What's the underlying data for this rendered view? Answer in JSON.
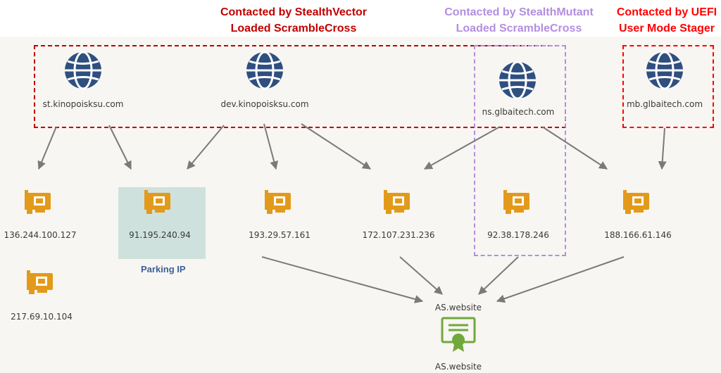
{
  "colors": {
    "stealthvector": "#c00000",
    "stealthmutant": "#b48ee0",
    "uefi": "#ff0000",
    "globe": "#2f4f7f",
    "nic": "#e39a1a",
    "cert": "#71a83a",
    "parking_box": "#cfe1dc",
    "parking_text": "#3b5f97",
    "arrow": "#7a7a7a"
  },
  "headers": {
    "stealthvector": [
      "Contacted by StealthVector",
      "Loaded ScrambleCross"
    ],
    "stealthmutant": [
      "Contacted by StealthMutant",
      "Loaded ScrambleCross"
    ],
    "uefi": [
      "Contacted by UEFI",
      "User Mode Stager"
    ]
  },
  "domains": [
    {
      "name": "st.kinopoisksu.com",
      "icon": "globe-icon"
    },
    {
      "name": "dev.kinopoisksu.com",
      "icon": "globe-icon"
    },
    {
      "name": "ns.glbaitech.com",
      "icon": "globe-icon"
    },
    {
      "name": "mb.glbaitech.com",
      "icon": "globe-icon"
    }
  ],
  "ips": [
    {
      "address": "136.244.100.127",
      "icon": "network-card-icon"
    },
    {
      "address": "91.195.240.94",
      "icon": "network-card-icon"
    },
    {
      "address": "193.29.57.161",
      "icon": "network-card-icon"
    },
    {
      "address": "172.107.231.236",
      "icon": "network-card-icon"
    },
    {
      "address": "92.38.178.246",
      "icon": "network-card-icon"
    },
    {
      "address": "188.166.61.146",
      "icon": "network-card-icon"
    },
    {
      "address": "217.69.10.104",
      "icon": "network-card-icon"
    }
  ],
  "parking_label": "Parking IP",
  "as_node": {
    "label_top": "AS.website",
    "label_bottom": "AS.website",
    "icon": "certificate-icon"
  },
  "edges": [
    [
      "st.kinopoisksu.com",
      "136.244.100.127"
    ],
    [
      "st.kinopoisksu.com",
      "91.195.240.94"
    ],
    [
      "dev.kinopoisksu.com",
      "91.195.240.94"
    ],
    [
      "dev.kinopoisksu.com",
      "193.29.57.161"
    ],
    [
      "dev.kinopoisksu.com",
      "172.107.231.236"
    ],
    [
      "ns.glbaitech.com",
      "172.107.231.236"
    ],
    [
      "ns.glbaitech.com",
      "188.166.61.146"
    ],
    [
      "mb.glbaitech.com",
      "188.166.61.146"
    ],
    [
      "193.29.57.161",
      "AS.website"
    ],
    [
      "172.107.231.236",
      "AS.website"
    ],
    [
      "92.38.178.246",
      "AS.website"
    ],
    [
      "188.166.61.146",
      "AS.website"
    ]
  ]
}
